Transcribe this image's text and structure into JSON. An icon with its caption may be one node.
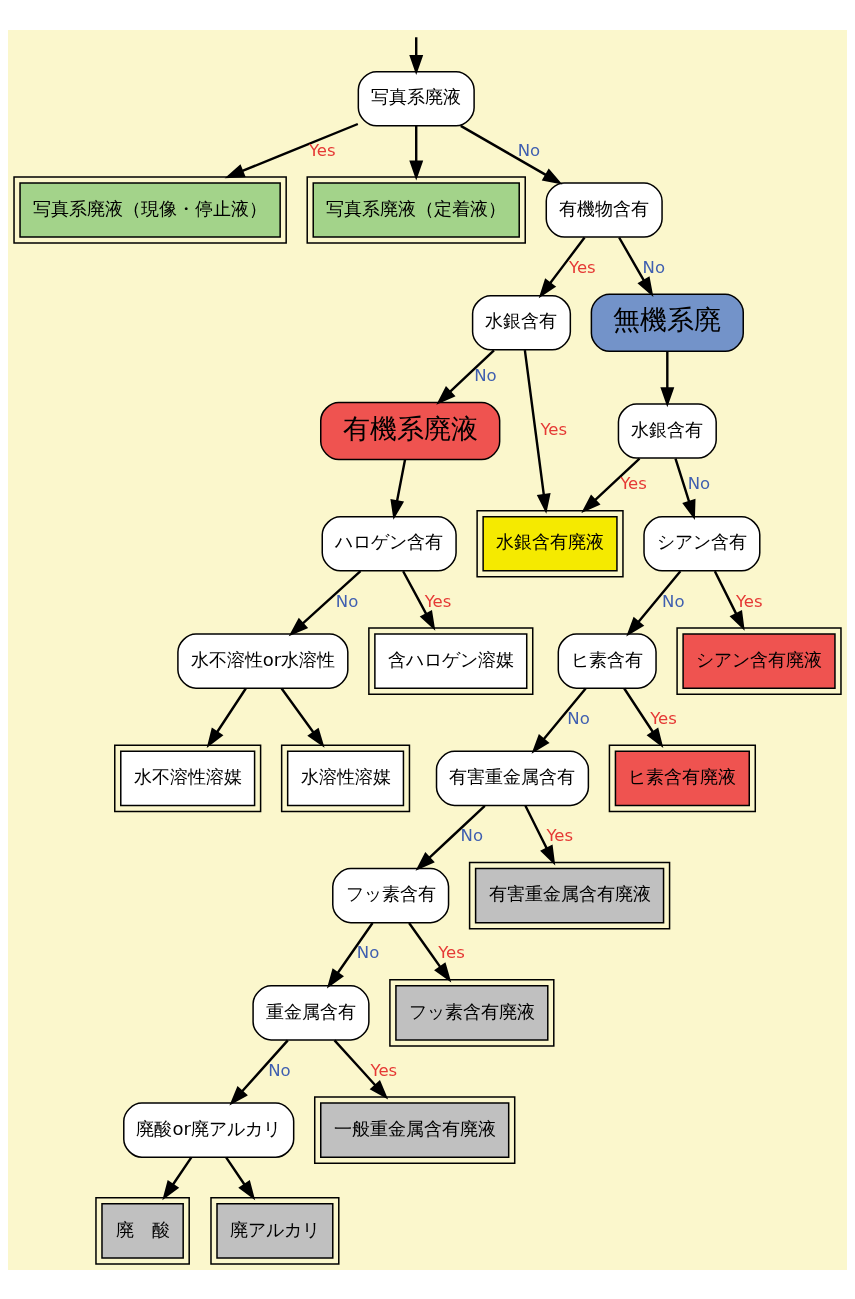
{
  "diagram": {
    "nodes": [
      {
        "text": [
          "写真系廃液"
        ]
      },
      {
        "text": [
          "写真系廃液（現像・停止液）"
        ]
      },
      {
        "text": [
          "写真系廃液（定着液）"
        ]
      },
      {
        "text": [
          "有機物含有"
        ]
      },
      {
        "text": [
          "水銀含有"
        ]
      },
      {
        "text": [
          "有機系廃液"
        ]
      },
      {
        "text": [
          "ハロゲン含有"
        ]
      },
      {
        "text": [
          "水不溶性or水溶性"
        ]
      },
      {
        "text": [
          "含ハロゲン溶媒"
        ]
      },
      {
        "text": [
          "水不溶性溶媒"
        ]
      },
      {
        "text": [
          "水溶性溶媒"
        ]
      },
      {
        "text": [
          "水銀含有廃液"
        ]
      },
      {
        "text": [
          "無機系廃"
        ]
      },
      {
        "text": [
          "水銀含有"
        ]
      },
      {
        "text": [
          "シアン含有"
        ]
      },
      {
        "text": [
          "ヒ素含有"
        ]
      },
      {
        "text": [
          "有害重金属含有"
        ]
      },
      {
        "text": [
          "フッ素含有"
        ]
      },
      {
        "text": [
          "重金属含有"
        ]
      },
      {
        "text": [
          "廃酸or廃アルカリ"
        ]
      },
      {
        "text": [
          "シアン含有廃液"
        ]
      },
      {
        "text": [
          "ヒ素含有廃液"
        ]
      },
      {
        "text": [
          "有害重金属含有廃液"
        ]
      },
      {
        "text": [
          "フッ素含有廃液"
        ]
      },
      {
        "text": [
          "一般重金属含有廃液"
        ]
      },
      {
        "text": [
          "廃　酸"
        ]
      },
      {
        "text": [
          "廃アルカリ"
        ]
      }
    ],
    "edges": [
      {
        "from": null,
        "to": 0,
        "arrow": "to"
      },
      {
        "from": 0,
        "to": 1,
        "arrow": "to",
        "label": "Yes"
      },
      {
        "from": 0,
        "to": 2,
        "arrow": "to"
      },
      {
        "from": 0,
        "to": 3,
        "arrow": "to",
        "label": "No"
      },
      {
        "from": 3,
        "to": 4,
        "arrow": "to",
        "label": "Yes"
      },
      {
        "from": 3,
        "to": 12,
        "arrow": "to",
        "label": "No"
      },
      {
        "from": 4,
        "to": 11,
        "arrow": "to",
        "label": "Yes"
      },
      {
        "from": 4,
        "to": 5,
        "arrow": "to",
        "label": "No"
      },
      {
        "from": 5,
        "to": 6,
        "arrow": "to"
      },
      {
        "from": 6,
        "to": 8,
        "arrow": "to",
        "label": "Yes"
      },
      {
        "from": 6,
        "to": 7,
        "arrow": "to",
        "label": "No"
      },
      {
        "from": 7,
        "to": 9,
        "arrow": "to"
      },
      {
        "from": 7,
        "to": 10,
        "arrow": "to"
      },
      {
        "from": 12,
        "to": 13,
        "arrow": "to"
      },
      {
        "from": 13,
        "to": 11,
        "arrow": "to",
        "label": "Yes"
      },
      {
        "from": 13,
        "to": 14,
        "arrow": "to",
        "label": "No"
      },
      {
        "from": 14,
        "to": 20,
        "arrow": "to",
        "label": "Yes"
      },
      {
        "from": 14,
        "to": 15,
        "arrow": "to",
        "label": "No"
      },
      {
        "from": 15,
        "to": 21,
        "arrow": "to",
        "label": "Yes"
      },
      {
        "from": 15,
        "to": 16,
        "arrow": "to",
        "label": "No"
      },
      {
        "from": 16,
        "to": 22,
        "arrow": "to",
        "label": "Yes"
      },
      {
        "from": 16,
        "to": 17,
        "arrow": "to",
        "label": "No"
      },
      {
        "from": 17,
        "to": 23,
        "arrow": "to",
        "label": "Yes"
      },
      {
        "from": 17,
        "to": 18,
        "arrow": "to",
        "label": "No"
      },
      {
        "from": 18,
        "to": 24,
        "arrow": "to",
        "label": "Yes"
      },
      {
        "from": 18,
        "to": 19,
        "arrow": "to",
        "label": "No"
      },
      {
        "from": 19,
        "to": 25,
        "arrow": "to"
      },
      {
        "from": 19,
        "to": 26,
        "arrow": "to"
      }
    ]
  }
}
